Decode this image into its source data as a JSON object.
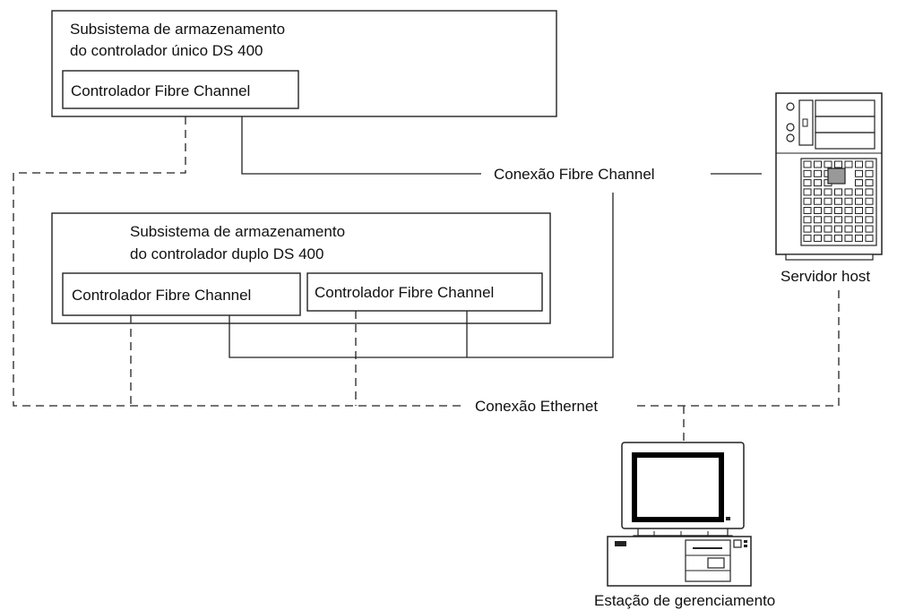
{
  "single_subsystem": {
    "title_line1": "Subsistema de armazenamento",
    "title_line2": "do controlador único DS 400",
    "controller": "Controlador Fibre Channel"
  },
  "dual_subsystem": {
    "title_line1": "Subsistema de armazenamento",
    "title_line2": "do controlador duplo DS 400",
    "controller_a": "Controlador Fibre Channel",
    "controller_b": "Controlador Fibre Channel"
  },
  "connections": {
    "fibre": "Conexão Fibre Channel",
    "ethernet": "Conexão Ethernet"
  },
  "host": {
    "label": "Servidor host",
    "icon": "server-tower-icon"
  },
  "workstation": {
    "label": "Estação de gerenciamento",
    "icon": "desktop-computer-icon"
  }
}
